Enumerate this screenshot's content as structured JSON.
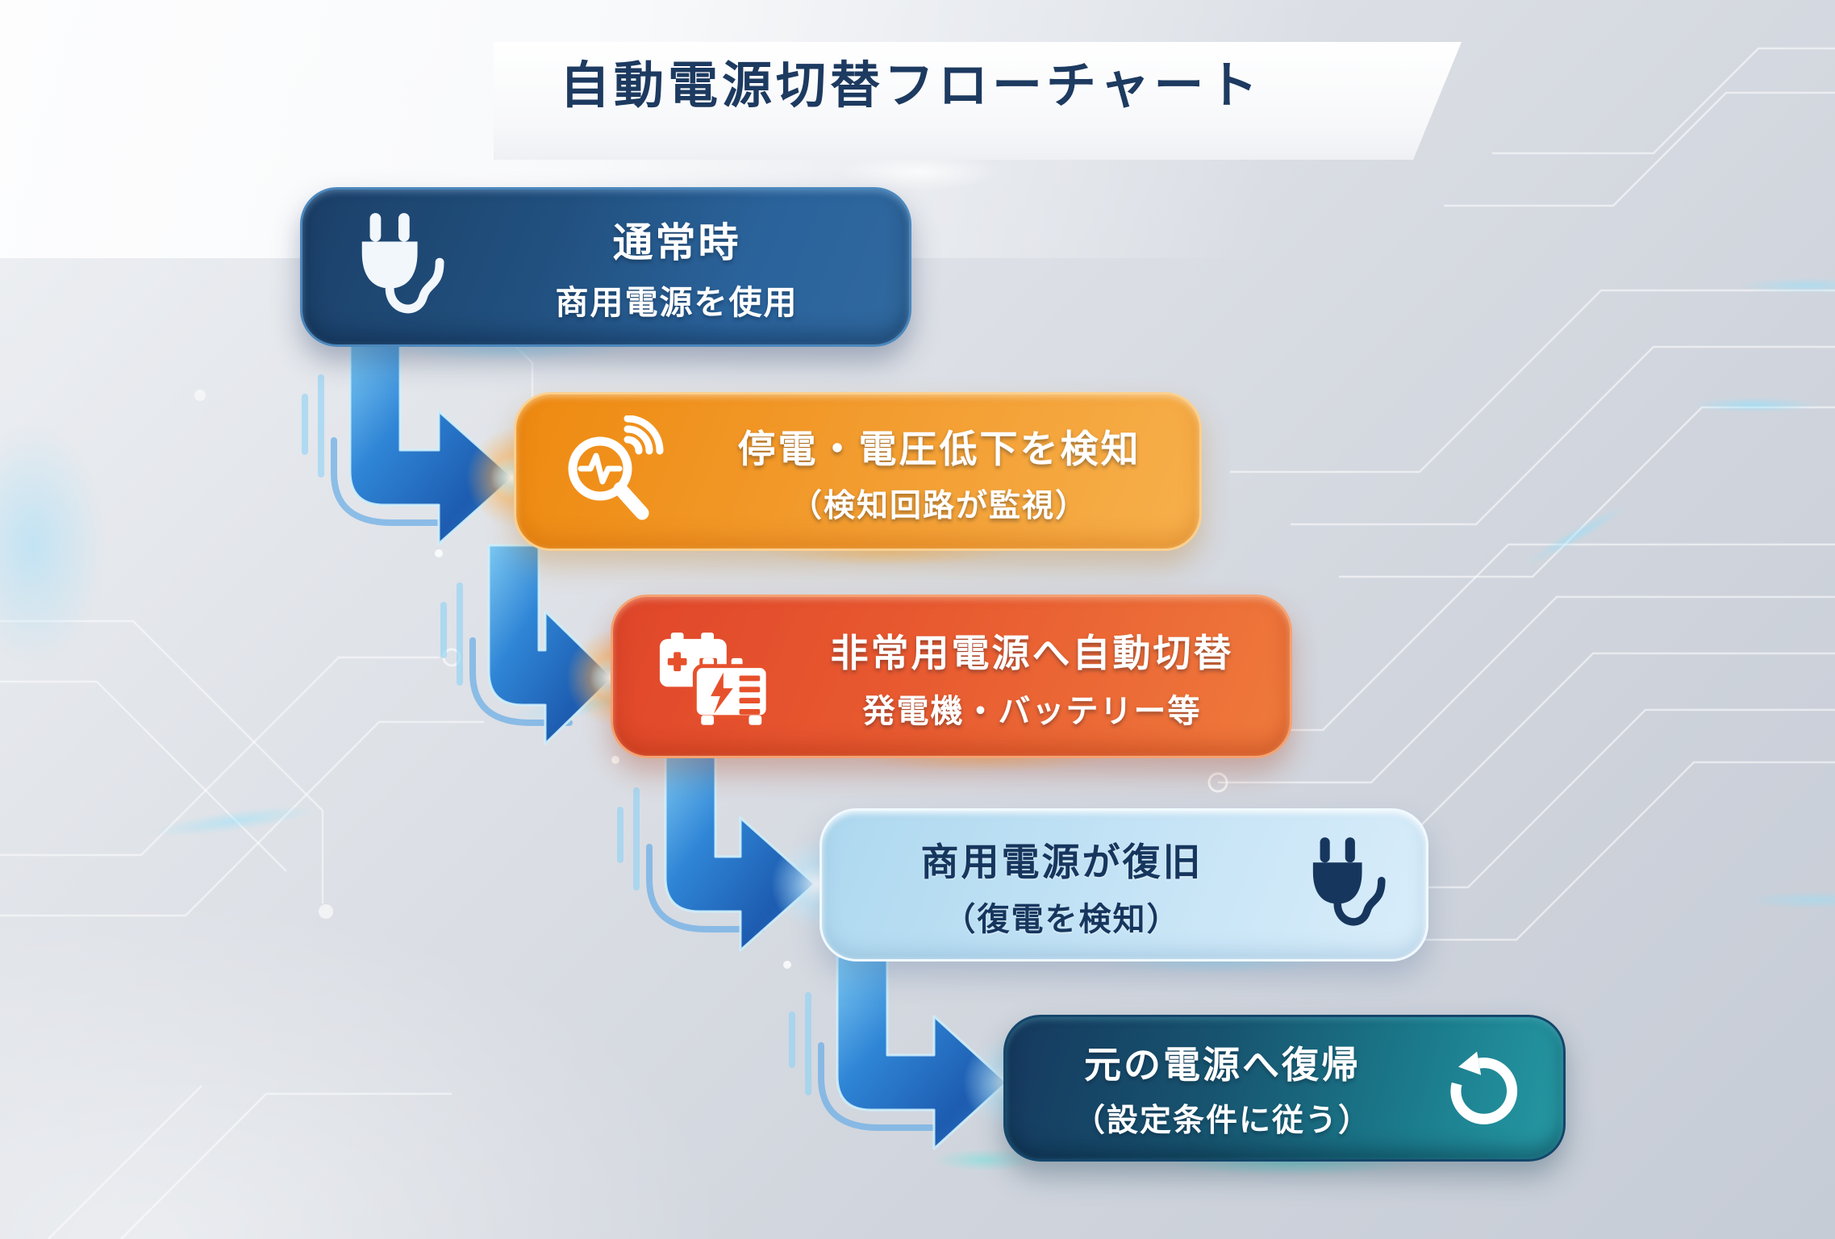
{
  "title": "自動電源切替フローチャート",
  "steps": [
    {
      "icon": "power-plug-icon",
      "line1": "通常時",
      "line2": "商用電源を使用",
      "accent": "#21507f"
    },
    {
      "icon": "outage-detect-magnifier-icon",
      "line1": "停電・電圧低下を検知",
      "line2": "（検知回路が監視）",
      "accent": "#f0911d"
    },
    {
      "icon": "battery-generator-icon",
      "line1": "非常用電源へ自動切替",
      "line2": "発電機・バッテリー等",
      "accent": "#e6512c"
    },
    {
      "icon": "power-plug-icon",
      "line1": "商用電源が復旧",
      "line2": "（復電を検知）",
      "accent": "#bcdcf2"
    },
    {
      "icon": "restore-rotate-icon",
      "line1": "元の電源へ復帰",
      "line2": "（設定条件に従う）",
      "accent": "#1c7183"
    }
  ],
  "colors": {
    "title_text": "#1d3a60",
    "arrow_blue": "#2f85d6",
    "arrow_rim_cyan": "#cfeffc",
    "background": "#d9dde4"
  }
}
